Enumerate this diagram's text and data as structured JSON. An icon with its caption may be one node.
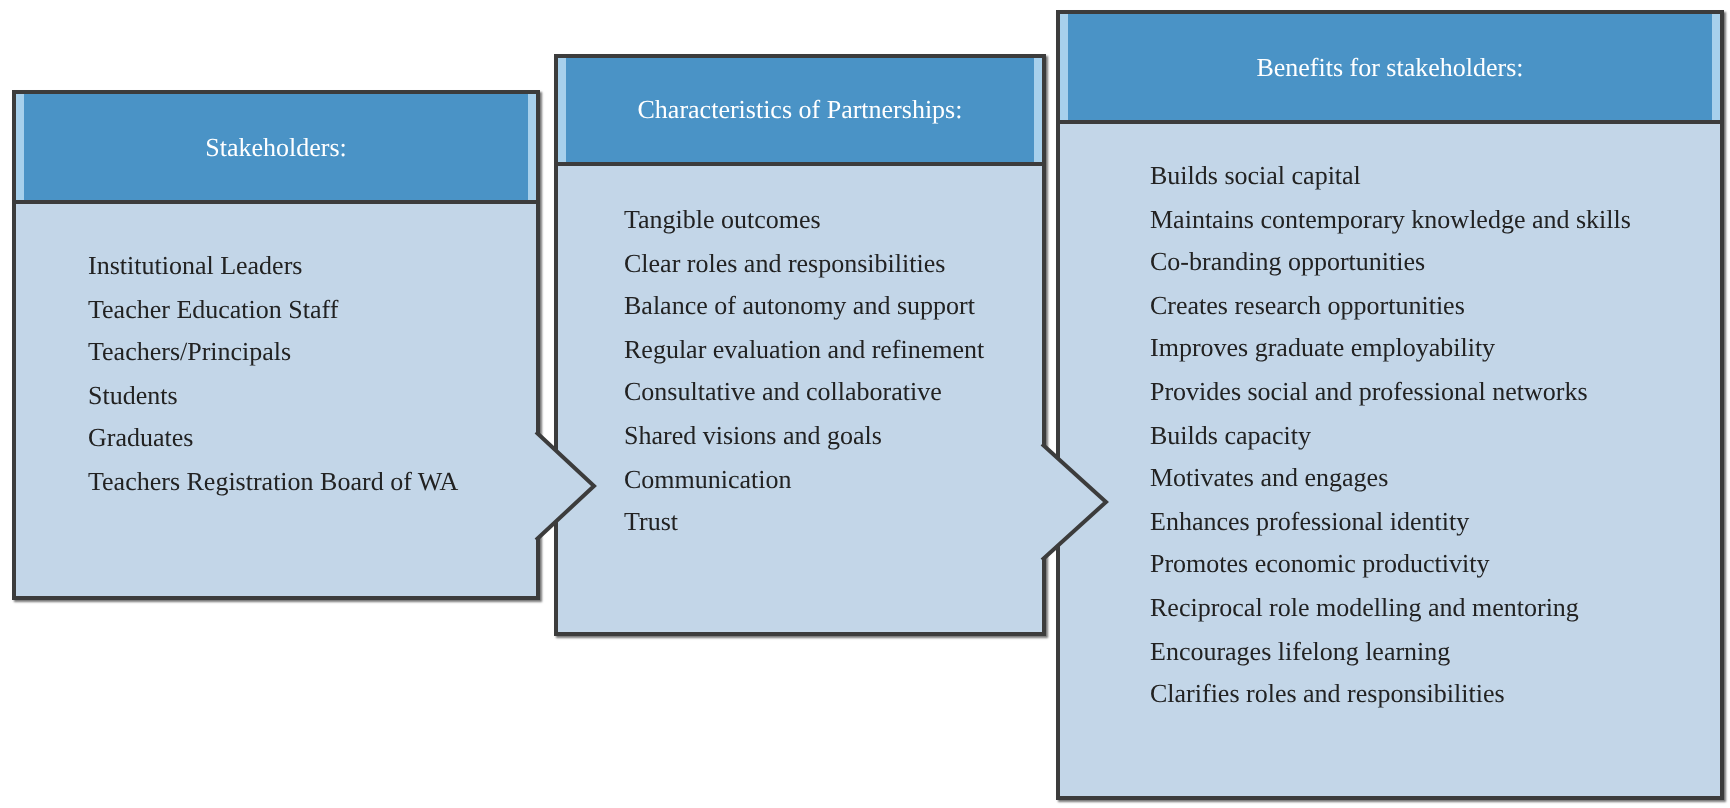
{
  "diagram": {
    "nodes": [
      {
        "text": [
          "Stakeholders:",
          "Institutional Leaders",
          "Teacher Education Staff",
          "Teachers/Principals",
          "Students",
          "Graduates",
          "Teachers Registration Board of WA"
        ]
      },
      {
        "text": [
          "Characteristics of Partnerships:",
          "Tangible outcomes",
          "Clear roles and responsibilities",
          "Balance of autonomy and support",
          "Regular evaluation and refinement",
          "Consultative and collaborative",
          "Shared visions and goals",
          "Communication",
          "Trust"
        ]
      },
      {
        "text": [
          "Benefits for stakeholders:",
          "Builds social capital",
          "Maintains contemporary knowledge and skills",
          "Co-branding opportunities",
          "Creates research opportunities",
          "Improves graduate employability",
          "Provides social and professional networks",
          "Builds capacity",
          "Motivates and engages",
          "Enhances professional identity",
          "Promotes economic productivity",
          "Reciprocal role modelling and mentoring",
          "Encourages lifelong learning",
          "Clarifies roles and responsibilities"
        ]
      }
    ],
    "edges": [
      {
        "from": 0,
        "to": 1,
        "arrow": "to"
      },
      {
        "from": 1,
        "to": 2,
        "arrow": "to"
      }
    ]
  }
}
